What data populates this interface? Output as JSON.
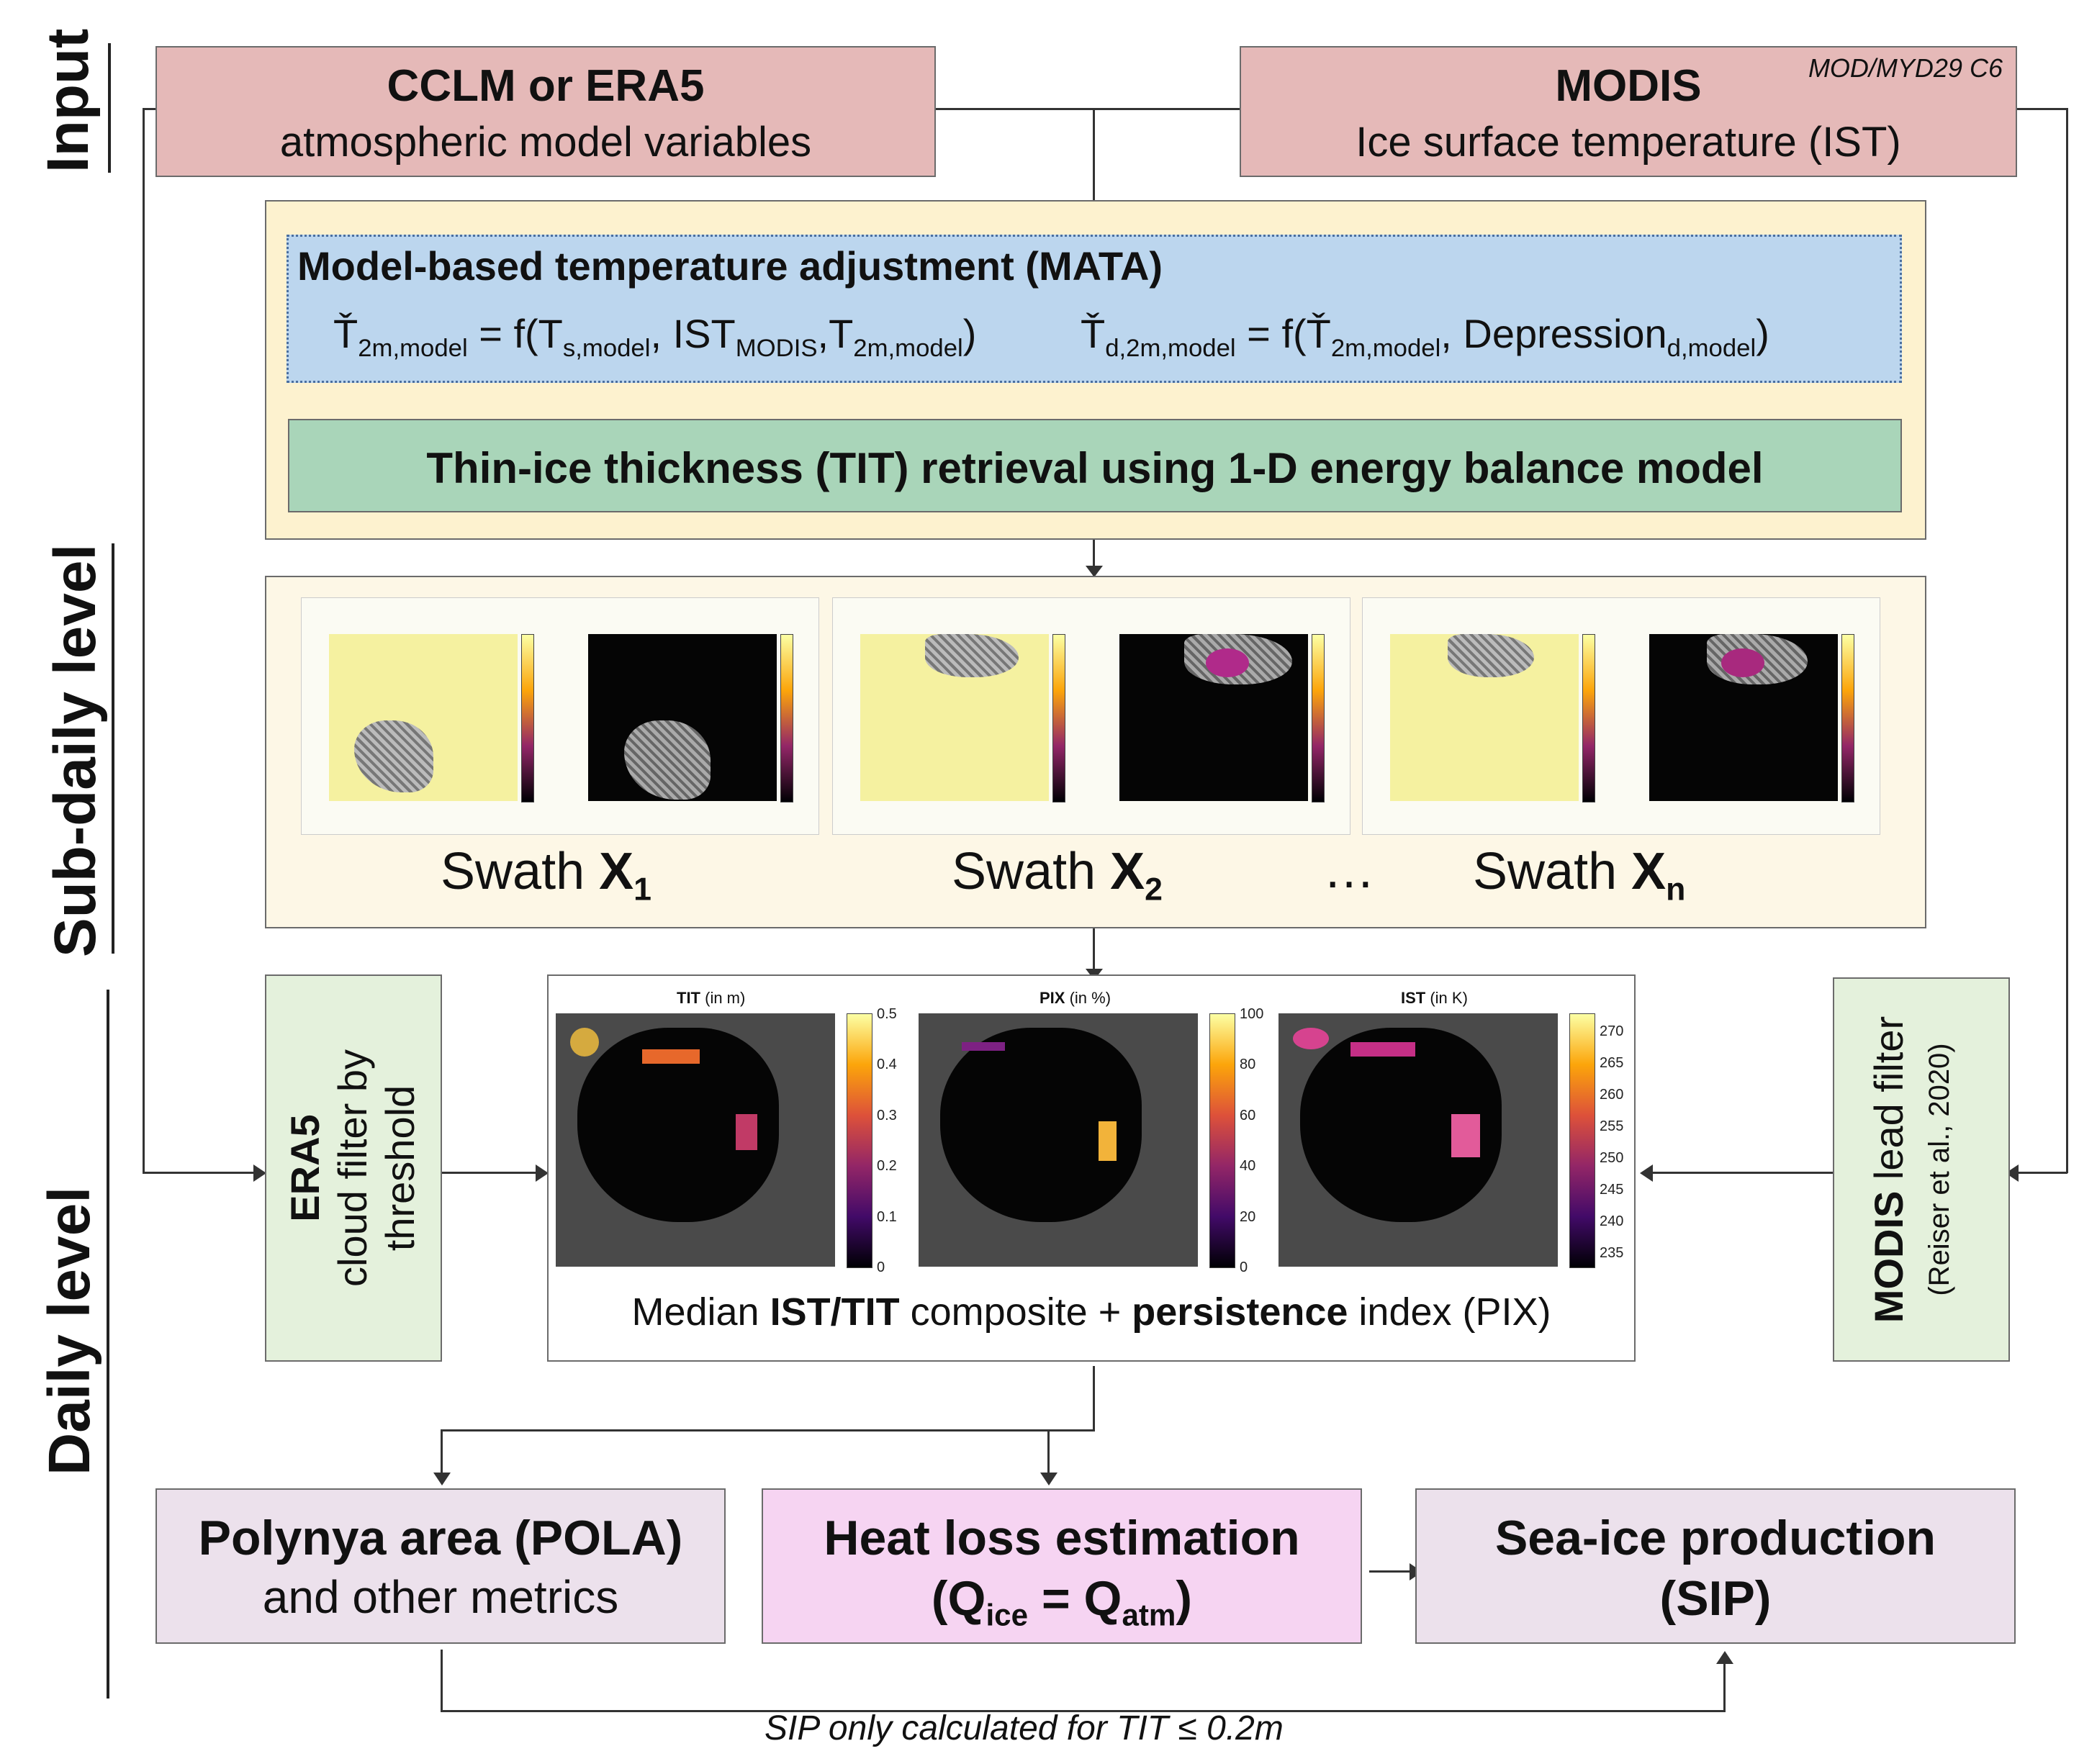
{
  "side_labels": {
    "input": "Input",
    "subdaily": "Sub-daily level",
    "daily": "Daily level"
  },
  "inputs": {
    "model": {
      "title": "CCLM or ERA5",
      "subtitle": "atmospheric model variables"
    },
    "modis": {
      "title": "MODIS",
      "subtitle": "Ice surface temperature (IST)",
      "tag": "MOD/MYD29 C6"
    }
  },
  "mata": {
    "title": "Model-based temperature adjustment (MATA)",
    "eq1": {
      "lhs": "Ť",
      "lhs_sub": "2m,model",
      "eq": " = f(T",
      "s1": "s,model",
      "c1": ", IST",
      "s2": "MODIS",
      "c2": ",T",
      "s3": "2m,model",
      "end": ")"
    },
    "eq2": {
      "lhs": "Ť",
      "lhs_sub": "d,2m,model",
      "eq": " = f(Ť",
      "s1": "2m,model",
      "c1": ", Depression",
      "s2": "d,model",
      "end": ")"
    }
  },
  "tit": {
    "title": "Thin-ice thickness (TIT) retrieval using 1-D energy balance model"
  },
  "swaths": {
    "items": [
      {
        "prefix": "Swath ",
        "var": "X",
        "sub": "1"
      },
      {
        "prefix": "Swath ",
        "var": "X",
        "sub": "2"
      },
      {
        "prefix": "Swath ",
        "var": "X",
        "sub": "n"
      }
    ],
    "ellipsis": "…"
  },
  "era5_filter": {
    "title": "ERA5",
    "line1": "cloud filter by",
    "line2": "threshold"
  },
  "modis_filter": {
    "title": "MODIS",
    "rest": " lead filter",
    "citation": "(Reiser et al., 2020)"
  },
  "composite": {
    "caption_parts": [
      "Median ",
      "IST/TIT",
      " composite + ",
      "persistence",
      " index (PIX)"
    ],
    "panels": [
      {
        "title": "TIT",
        "unit": " (in m)",
        "ticks": [
          "0.5",
          "0.4",
          "0.3",
          "0.2",
          "0.1",
          "0"
        ]
      },
      {
        "title": "PIX",
        "unit": " (in %)",
        "ticks": [
          "100",
          "80",
          "60",
          "40",
          "20",
          "0"
        ]
      },
      {
        "title": "IST",
        "unit": " (in K)",
        "ticks": [
          "270",
          "265",
          "260",
          "255",
          "250",
          "245",
          "240",
          "235"
        ]
      }
    ]
  },
  "outputs": {
    "pola": {
      "line1": "Polynya area (POLA)",
      "line2": "and other metrics"
    },
    "heat": {
      "line1": "Heat loss estimation",
      "open": "(Q",
      "s1": "ice",
      "mid": " = Q",
      "s2": "atm",
      "close": ")"
    },
    "sip": {
      "line1": "Sea-ice production",
      "line2": "(SIP)"
    }
  },
  "footnote": "SIP only calculated for TIT ≤ 0.2m",
  "colors": {
    "pink": "#e5b9b8",
    "cream": "#fdf2cf",
    "blue": "#bcd6ee",
    "green": "#a9d5b9",
    "lightgreen": "#e4f1dc",
    "lavender": "#ece1ec",
    "magenta": "#f6d4f2",
    "map_bg": "#4a4a4a",
    "inferno": [
      "#000004",
      "#420a68",
      "#932667",
      "#dd513a",
      "#fca50a",
      "#fcffa4"
    ]
  }
}
